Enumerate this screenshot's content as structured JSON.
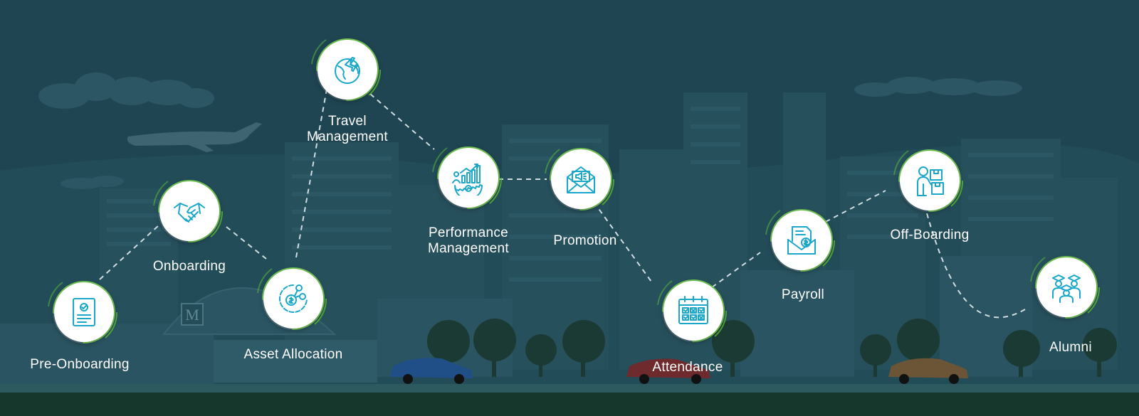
{
  "colors": {
    "background": "#1f4552",
    "ring_green": "#5bc236",
    "icon_teal": "#1aa7c9",
    "connector": "#cfdde2"
  },
  "steps": [
    {
      "id": "pre-onboarding",
      "label": "Pre-Onboarding",
      "icon": "document-check-icon"
    },
    {
      "id": "onboarding",
      "label": "Onboarding",
      "icon": "handshake-icon"
    },
    {
      "id": "asset-allocation",
      "label": "Asset Allocation",
      "icon": "asset-allocation-icon"
    },
    {
      "id": "travel-management",
      "label": "Travel Management",
      "label_lines": [
        "Travel",
        "Management"
      ],
      "icon": "globe-airplane-icon"
    },
    {
      "id": "performance-management",
      "label": "Performance Management",
      "label_lines": [
        "Performance",
        "Management"
      ],
      "icon": "performance-chart-gear-icon"
    },
    {
      "id": "promotion",
      "label": "Promotion",
      "icon": "megaphone-envelope-icon"
    },
    {
      "id": "attendance",
      "label": "Attendance",
      "icon": "calendar-icon"
    },
    {
      "id": "payroll",
      "label": "Payroll",
      "icon": "payslip-envelope-icon"
    },
    {
      "id": "off-boarding",
      "label": "Off-Boarding",
      "icon": "person-with-box-icon"
    },
    {
      "id": "alumni",
      "label": "Alumni",
      "icon": "graduates-icon"
    }
  ]
}
